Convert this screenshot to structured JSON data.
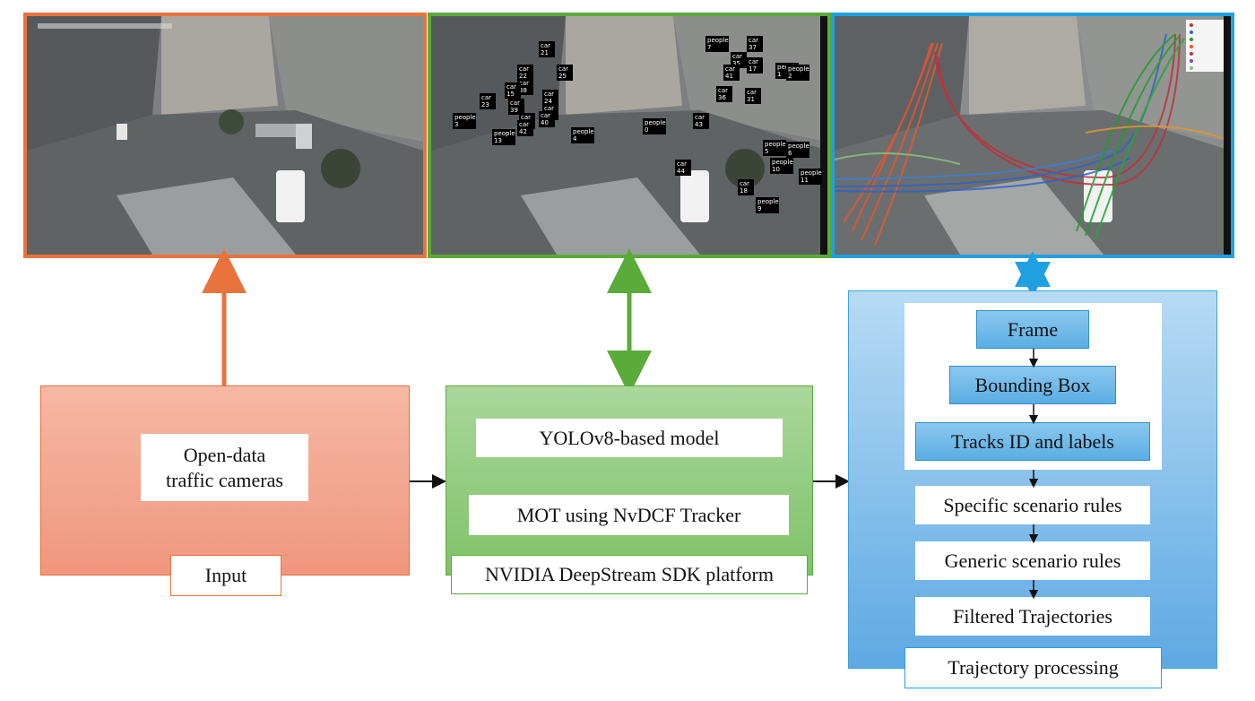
{
  "colors": {
    "input": "#e8733d",
    "detection": "#5aab3a",
    "trajectory": "#1fa0e0"
  },
  "input": {
    "box_text_line1": "Open-data",
    "box_text_line2": "traffic cameras",
    "caption": "Input"
  },
  "detection": {
    "model": "YOLOv8-based model",
    "tracker": "MOT using NvDCF Tracker",
    "caption": "NVIDIA DeepStream SDK platform"
  },
  "trajectory": {
    "steps": [
      "Frame",
      "Bounding Box",
      "Tracks ID and labels",
      "Specific scenario rules",
      "Generic scenario rules",
      "Filtered Trajectories"
    ],
    "caption": "Trajectory processing"
  },
  "screenshots": {
    "detections": [
      {
        "label": "car",
        "id": "37"
      },
      {
        "label": "people",
        "id": "7"
      },
      {
        "label": "car",
        "id": "21"
      },
      {
        "label": "car",
        "id": "22"
      },
      {
        "label": "car",
        "id": "38"
      },
      {
        "label": "car",
        "id": "25"
      },
      {
        "label": "car",
        "id": "24"
      },
      {
        "label": "car",
        "id": "16"
      },
      {
        "label": "car",
        "id": "15"
      },
      {
        "label": "car",
        "id": "23"
      },
      {
        "label": "car",
        "id": "39"
      },
      {
        "label": "car",
        "id": "33"
      },
      {
        "label": "car",
        "id": "42"
      },
      {
        "label": "car",
        "id": "40"
      },
      {
        "label": "people",
        "id": "3"
      },
      {
        "label": "people",
        "id": "13"
      },
      {
        "label": "people",
        "id": "4"
      },
      {
        "label": "people",
        "id": "0"
      },
      {
        "label": "car",
        "id": "43"
      },
      {
        "label": "car",
        "id": "36"
      },
      {
        "label": "car",
        "id": "35"
      },
      {
        "label": "car",
        "id": "41"
      },
      {
        "label": "car",
        "id": "17"
      },
      {
        "label": "car",
        "id": "31"
      },
      {
        "label": "people",
        "id": "1"
      },
      {
        "label": "people",
        "id": "2"
      },
      {
        "label": "car",
        "id": "44"
      },
      {
        "label": "car",
        "id": "18"
      },
      {
        "label": "people",
        "id": "5"
      },
      {
        "label": "people",
        "id": "6"
      },
      {
        "label": "people",
        "id": "10"
      },
      {
        "label": "people",
        "id": "11"
      },
      {
        "label": "people",
        "id": "9"
      }
    ]
  }
}
